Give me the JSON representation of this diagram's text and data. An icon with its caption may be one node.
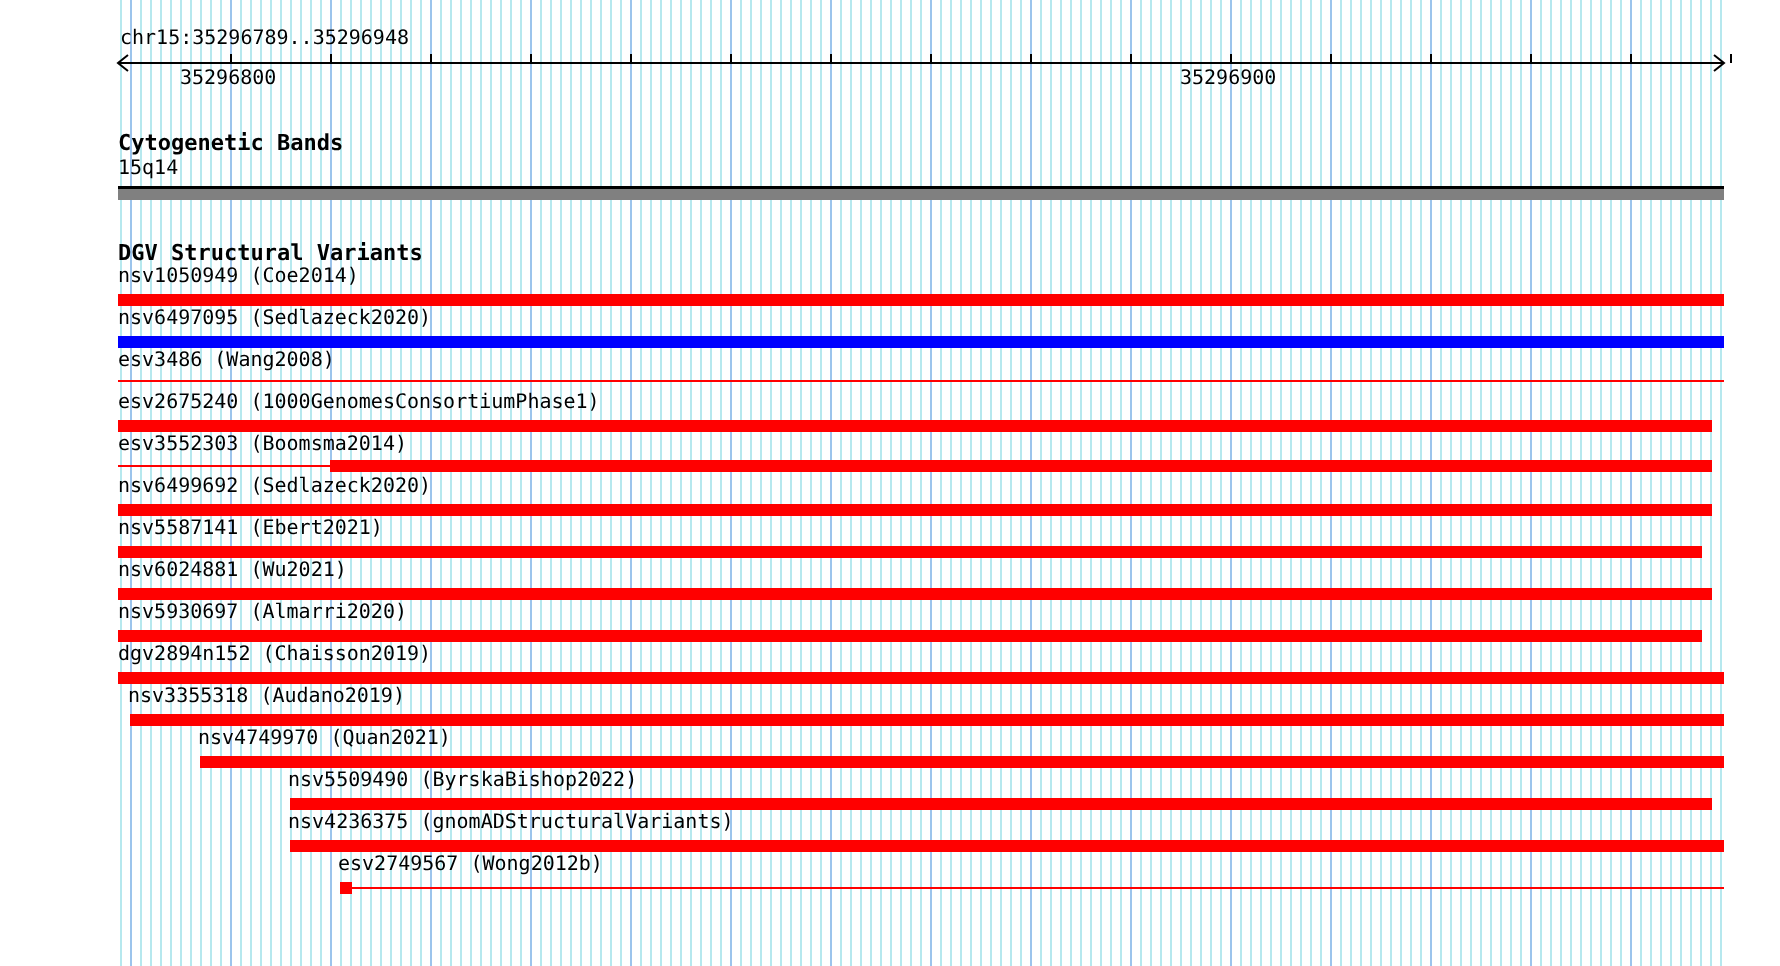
{
  "diagram": {
    "nodes": [
      {
        "text": [],
        "shape": "bar",
        "beside": [
          "15q14"
        ]
      },
      {
        "text": [],
        "shape": "bar",
        "beside": [
          "nsv1050949 (Coe2014)"
        ]
      },
      {
        "text": [],
        "shape": "bar",
        "beside": [
          "nsv6497095 (Sedlazeck2020)"
        ]
      },
      {
        "text": [],
        "shape": "bar",
        "beside": [
          "esv3486 (Wang2008)"
        ]
      },
      {
        "text": [],
        "shape": "bar",
        "beside": [
          "esv2675240 (1000GenomesConsortiumPhase1)"
        ]
      },
      {
        "text": [],
        "shape": "bar",
        "beside": [
          "esv3552303 (Boomsma2014)"
        ]
      },
      {
        "text": [],
        "shape": "bar",
        "beside": [
          "nsv6499692 (Sedlazeck2020)"
        ]
      },
      {
        "text": [],
        "shape": "bar",
        "beside": [
          "nsv5587141 (Ebert2021)"
        ]
      },
      {
        "text": [],
        "shape": "bar",
        "beside": [
          "nsv6024881 (Wu2021)"
        ]
      },
      {
        "text": [],
        "shape": "bar",
        "beside": [
          "nsv5930697 (Almarri2020)"
        ]
      },
      {
        "text": [],
        "shape": "bar",
        "beside": [
          "dgv2894n152 (Chaisson2019)"
        ]
      },
      {
        "text": [],
        "shape": "bar",
        "beside": [
          "nsv3355318 (Audano2019)"
        ]
      },
      {
        "text": [],
        "shape": "bar",
        "beside": [
          "nsv4749970 (Quan2021)"
        ]
      },
      {
        "text": [],
        "shape": "bar",
        "beside": [
          "nsv5509490 (ByrskaBishop2022)"
        ]
      },
      {
        "text": [],
        "shape": "bar",
        "beside": [
          "nsv4236375 (gnomADStructuralVariants)"
        ]
      },
      {
        "text": [],
        "shape": "bar",
        "beside": [
          "esv2749567 (Wong2012b)"
        ]
      }
    ],
    "labels": [
      "chr15:35296789..35296948",
      "35296800",
      "35296900",
      "Cytogenetic Bands",
      "DGV Structural Variants"
    ]
  }
}
